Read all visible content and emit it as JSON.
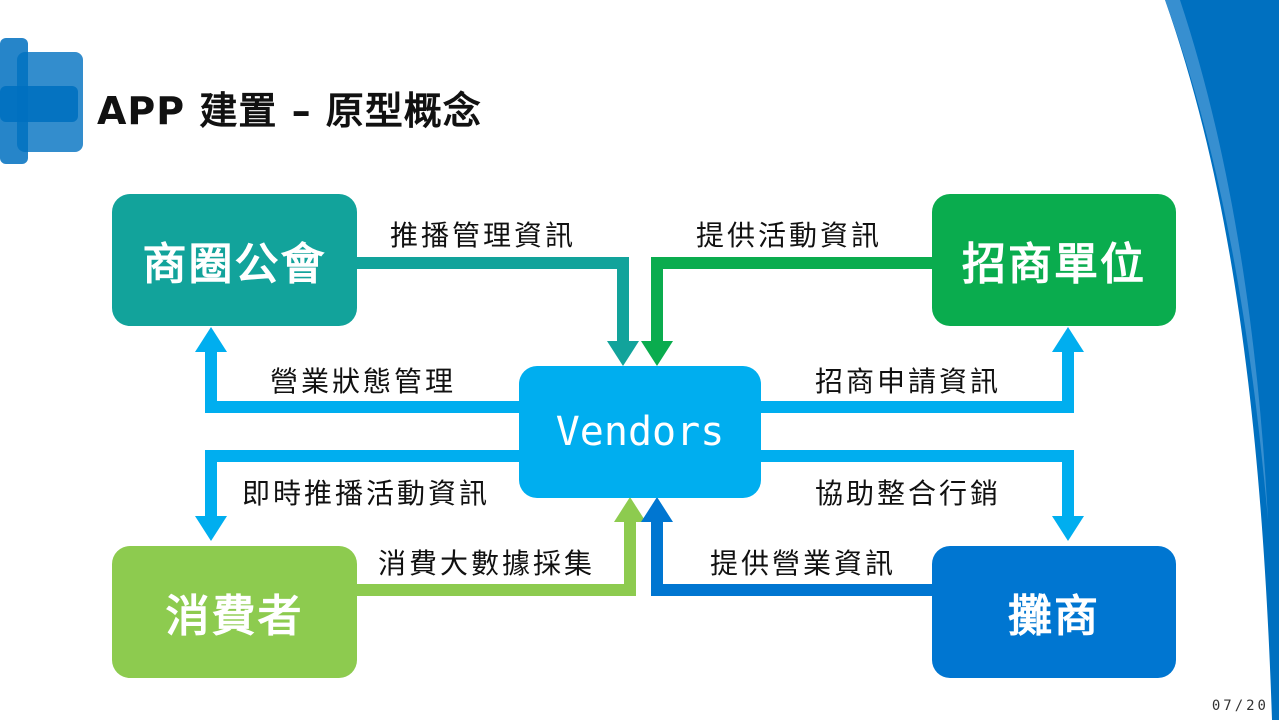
{
  "slide": {
    "title": "APP 建置 – 原型概念",
    "page_number": "07/20"
  },
  "colors": {
    "teal": "#12A39B",
    "green": "#0AAC4E",
    "sky": "#00AEEF",
    "lime": "#8DCB4F",
    "blue": "#0076D1",
    "deco_blue": "#0070C0"
  },
  "nodes": {
    "association": "商圈公會",
    "merchant_unit": "招商單位",
    "vendors": "Vendors",
    "consumer": "消費者",
    "stall": "攤商"
  },
  "edges": {
    "push_management": "推播管理資訊",
    "provide_events": "提供活動資訊",
    "business_status": "營業狀態管理",
    "merchant_application": "招商申請資訊",
    "realtime_push": "即時推播活動資訊",
    "assist_marketing": "協助整合行銷",
    "consumer_bigdata": "消費大數據採集",
    "provide_business": "提供營業資訊"
  }
}
